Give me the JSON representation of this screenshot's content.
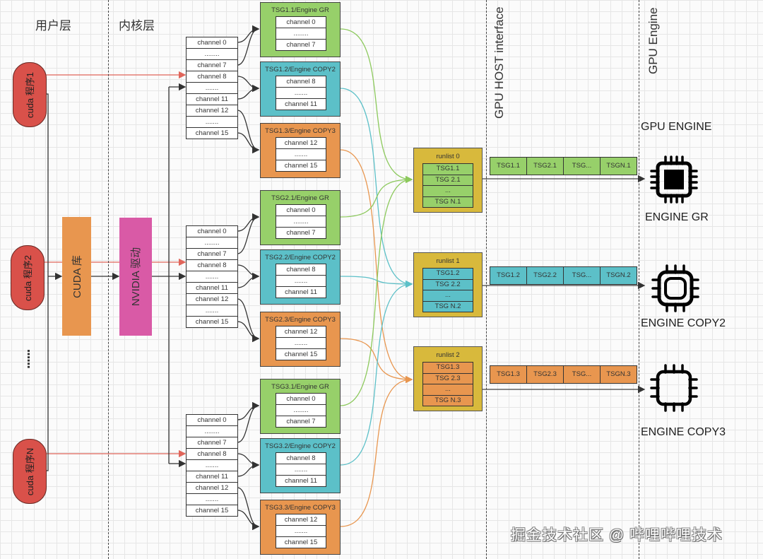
{
  "layers": {
    "user_layer": "用户层",
    "kernel_layer": "内核层",
    "gpu_host_interface": "GPU HOST interface",
    "gpu_engine_axis": "GPU Engine"
  },
  "programs": [
    {
      "label": "cuda 程序1"
    },
    {
      "label": "cuda 程序2"
    },
    {
      "label": "cuda 程序N"
    }
  ],
  "ellipsis_programs": "......",
  "cuda_lib": "CUDA 库",
  "nvidia_driver": "NVIDIA 驱动",
  "channel_stack": [
    "channel 0",
    "........",
    "channel 7",
    "channel 8",
    ".......",
    "channel 11",
    "channel 12",
    ".......",
    "channel 15"
  ],
  "tsg_groups": [
    [
      {
        "title": "TSG1.1/Engine GR",
        "channels": [
          "channel 0",
          "........",
          "channel 7"
        ],
        "color": "green"
      },
      {
        "title": "TSG1.2/Engine COPY2",
        "channels": [
          "channel 8",
          ".......",
          "channel 11"
        ],
        "color": "cyan"
      },
      {
        "title": "TSG1.3/Engine COPY3",
        "channels": [
          "channel 12",
          ".......",
          "channel 15"
        ],
        "color": "orange"
      }
    ],
    [
      {
        "title": "TSG2.1/Engine GR",
        "channels": [
          "channel 0",
          "........",
          "channel 7"
        ],
        "color": "green"
      },
      {
        "title": "TSG2.2/Engine COPY2",
        "channels": [
          "channel 8",
          ".......",
          "channel 11"
        ],
        "color": "cyan"
      },
      {
        "title": "TSG2.3/Engine COPY3",
        "channels": [
          "channel 12",
          ".......",
          "channel 15"
        ],
        "color": "orange"
      }
    ],
    [
      {
        "title": "TSG3.1/Engine GR",
        "channels": [
          "channel 0",
          "........",
          "channel 7"
        ],
        "color": "green"
      },
      {
        "title": "TSG3.2/Engine COPY2",
        "channels": [
          "channel 8",
          ".......",
          "channel 11"
        ],
        "color": "cyan"
      },
      {
        "title": "TSG3.3/Engine COPY3",
        "channels": [
          "channel 12",
          ".......",
          "channel 15"
        ],
        "color": "orange"
      }
    ]
  ],
  "runlists": [
    {
      "title": "runlist 0",
      "items": [
        "TSG1.1",
        "TSG 2.1",
        "...",
        "TSG N.1"
      ],
      "queue": [
        "TSG1.1",
        "TSG2.1",
        "TSG...",
        "TSGN.1"
      ],
      "color": "green"
    },
    {
      "title": "runlist 1",
      "items": [
        "TSG1.2",
        "TSG 2.2",
        "...",
        "TSG N.2"
      ],
      "queue": [
        "TSG1.2",
        "TSG2.2",
        "TSG...",
        "TSGN.2"
      ],
      "color": "cyan"
    },
    {
      "title": "runlist 2",
      "items": [
        "TSG1.3",
        "TSG 2.3",
        "...",
        "TSG N.3"
      ],
      "queue": [
        "TSG1.3",
        "TSG2.3",
        "TSG...",
        "TSGN.3"
      ],
      "color": "orange"
    }
  ],
  "engines": {
    "header": "GPU ENGINE",
    "items": [
      {
        "label": "ENGINE GR",
        "icon": "chip-filled-icon"
      },
      {
        "label": "ENGINE COPY2",
        "icon": "chip-ring-icon"
      },
      {
        "label": "ENGINE COPY3",
        "icon": "chip-outline-icon"
      }
    ]
  },
  "colors": {
    "green": "#97d06a",
    "cyan": "#5cc0c8",
    "orange": "#e8964f",
    "runlist": "#d8b93c",
    "program": "#d9514a",
    "cuda_lib": "#e8964f",
    "driver": "#d95aa6",
    "red_arrow": "#e0655a"
  },
  "watermark": "掘金技术社区 @ 哔哩哔哩技术"
}
